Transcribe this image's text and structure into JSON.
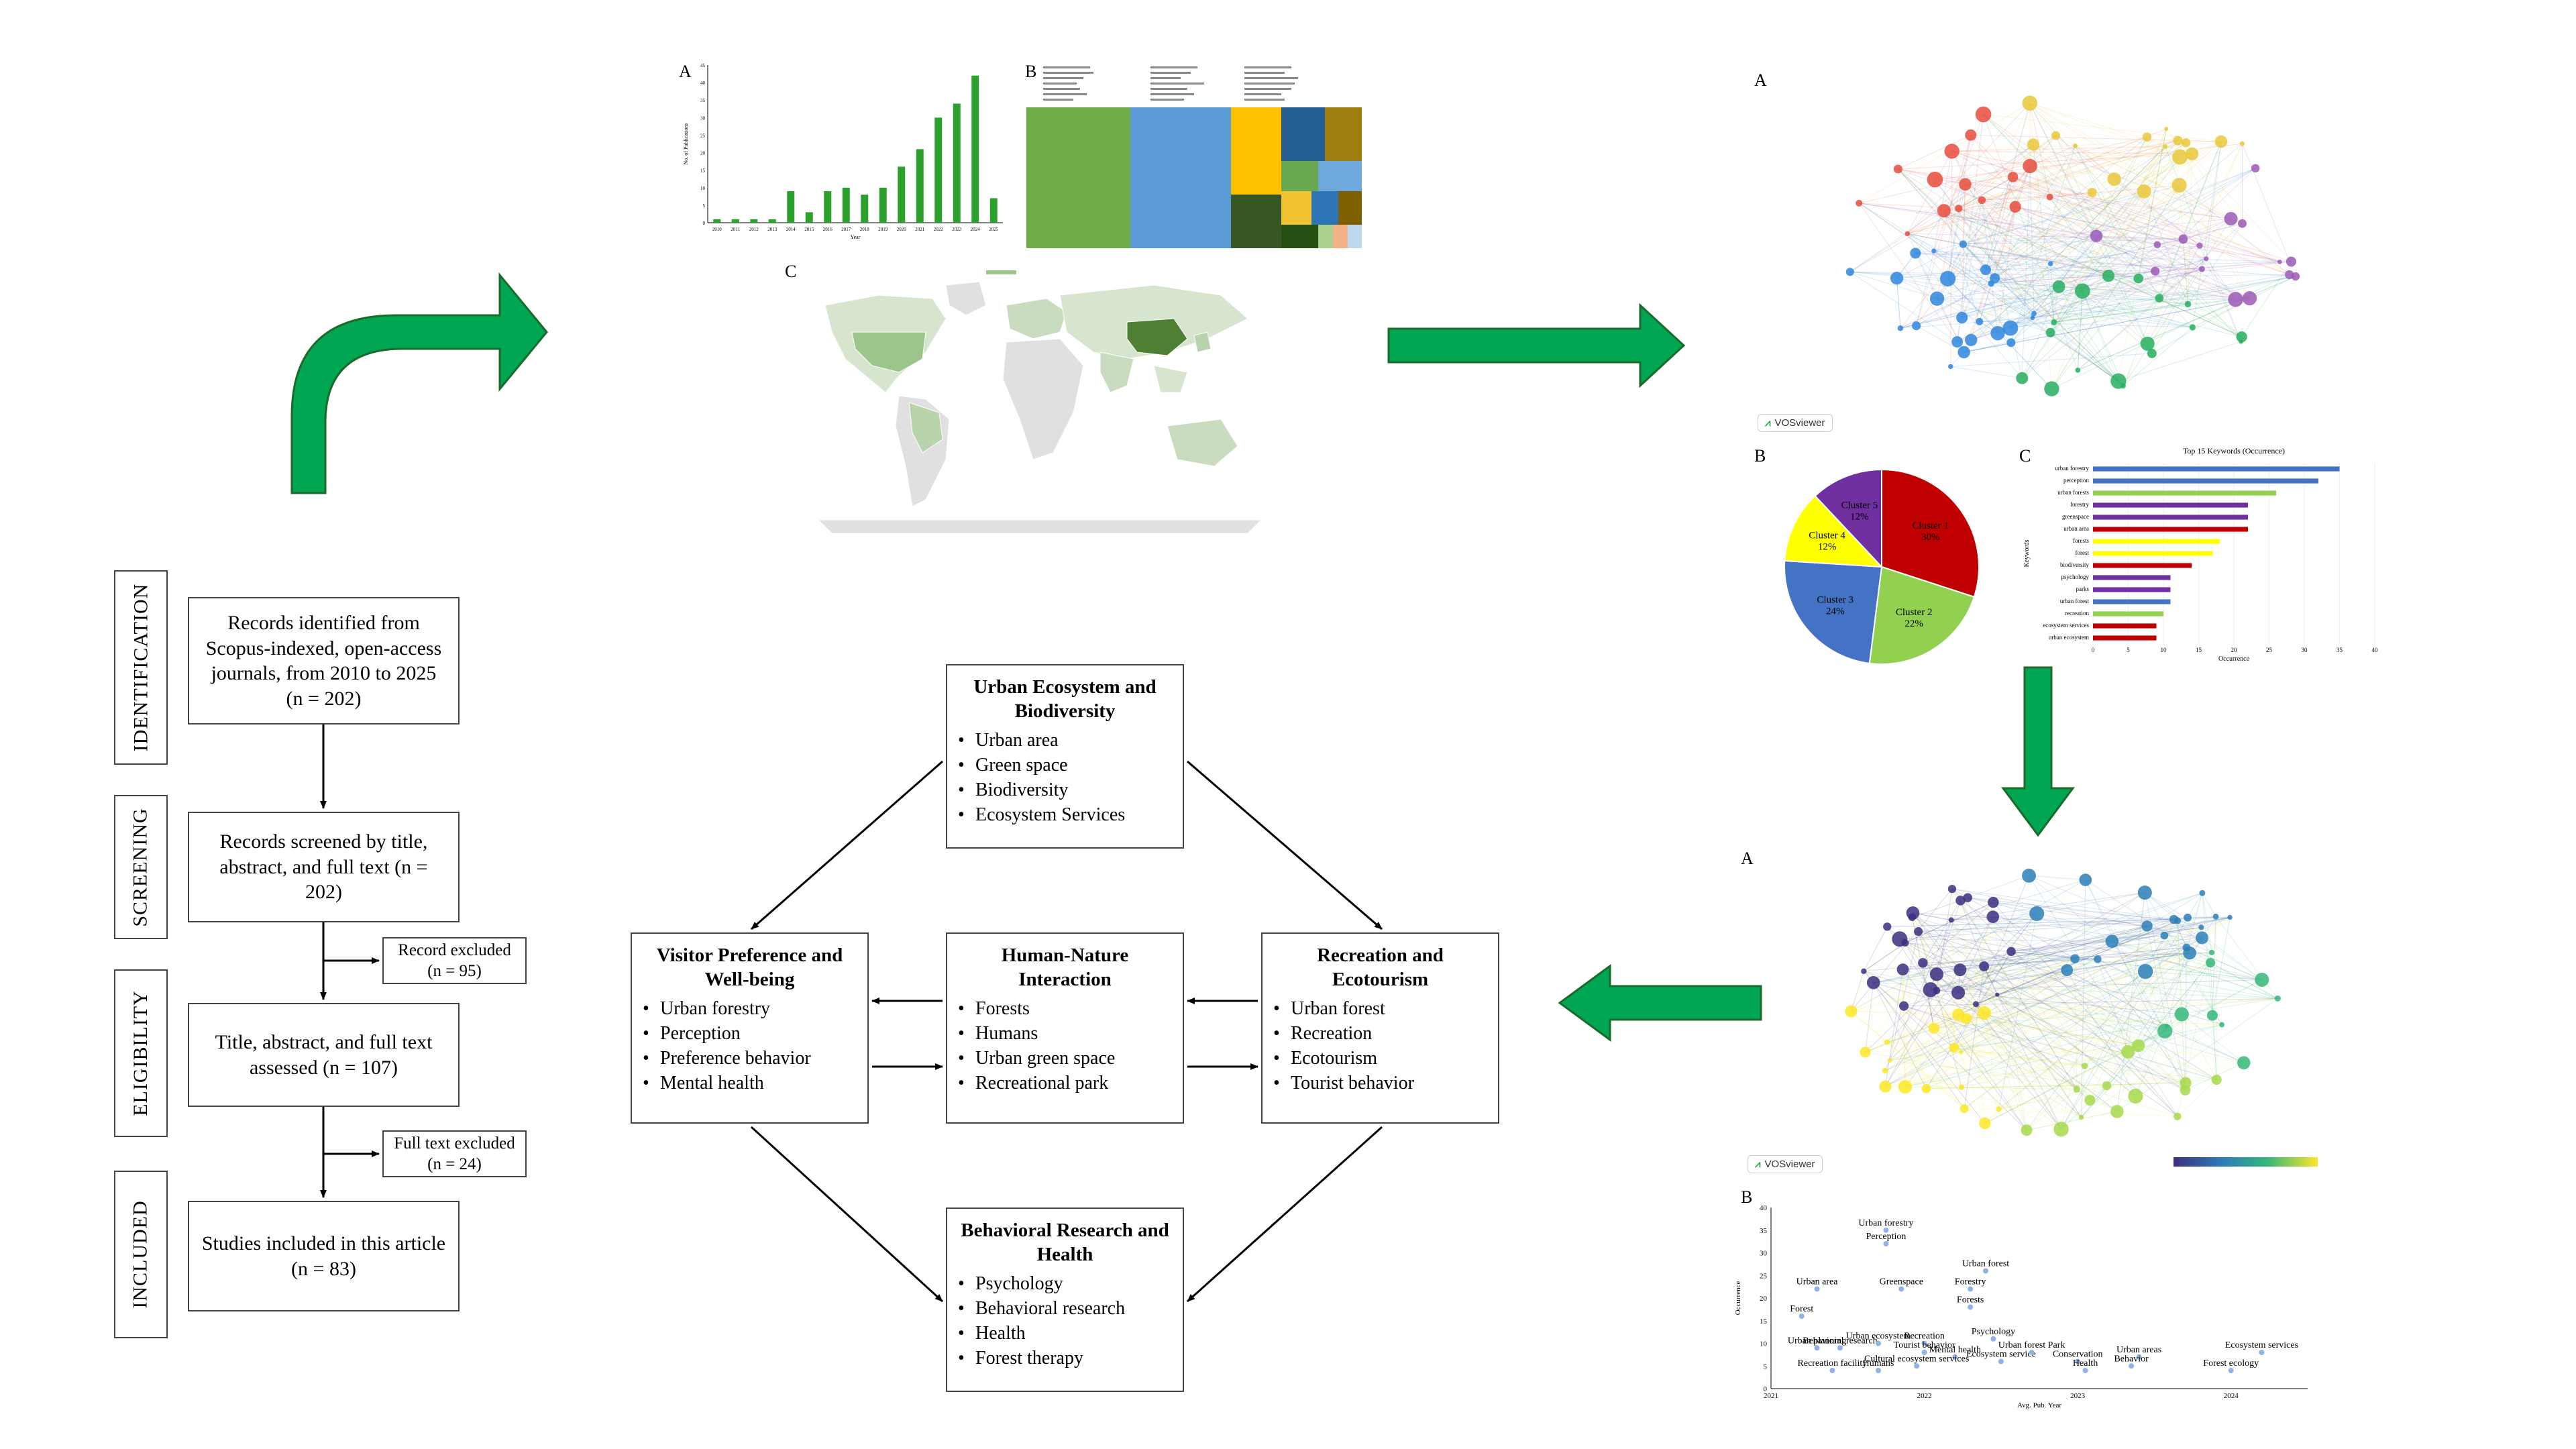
{
  "prisma": {
    "stages": [
      "IDENTIFICATION",
      "SCREENING",
      "ELIGIBILITY",
      "INCLUDED"
    ],
    "identified": "Records identified from Scopus-indexed, open-access journals, from 2010 to 2025 (n = 202)",
    "screened": "Records screened by title, abstract, and full text (n = 202)",
    "excluded_records": "Record excluded (n = 95)",
    "assessed": "Title, abstract, and full text assessed (n = 107)",
    "excluded_fulltext": "Full text excluded (n = 24)",
    "included": "Studies included in this article (n = 83)"
  },
  "themes": {
    "ecosystem": {
      "title": "Urban Ecosystem and Biodiversity",
      "items": [
        "Urban area",
        "Green space",
        "Biodiversity",
        "Ecosystem Services"
      ]
    },
    "visitor": {
      "title": "Visitor Preference and Well-being",
      "items": [
        "Urban forestry",
        "Perception",
        "Preference behavior",
        "Mental health"
      ]
    },
    "human_nature": {
      "title": "Human-Nature Interaction",
      "items": [
        "Forests",
        "Humans",
        "Urban green space",
        "Recreational park"
      ]
    },
    "recreation": {
      "title": "Recreation and Ecotourism",
      "items": [
        "Urban forest",
        "Recreation",
        "Ecotourism",
        "Tourist behavior"
      ]
    },
    "behavioral": {
      "title": "Behavioral Research and Health",
      "items": [
        "Psychology",
        "Behavioral research",
        "Health",
        "Forest therapy"
      ]
    }
  },
  "panel_letters": {
    "A": "A",
    "B": "B",
    "C": "C"
  },
  "vosviewer_label": "VOSviewer",
  "colors": {
    "arrow_green": "#00a651",
    "bar_green": "#2ca02c"
  },
  "chart_data": [
    {
      "type": "bar",
      "panel": "A",
      "xlabel": "Year",
      "ylabel": "No. of Publications",
      "categories": [
        "2010",
        "2011",
        "2012",
        "2013",
        "2014",
        "2015",
        "2016",
        "2017",
        "2018",
        "2019",
        "2020",
        "2021",
        "2022",
        "2023",
        "2024",
        "2025"
      ],
      "values": [
        1,
        1,
        1,
        1,
        9,
        3,
        9,
        10,
        8,
        10,
        16,
        21,
        30,
        34,
        42,
        7
      ],
      "ylim": [
        0,
        45
      ],
      "yticks": [
        0,
        5,
        10,
        15,
        20,
        25,
        30,
        35,
        40,
        45
      ]
    },
    {
      "type": "pie",
      "panel": "B",
      "slices": [
        {
          "label": "Cluster 1",
          "value": 30,
          "pct": "30%",
          "color": "#c00000"
        },
        {
          "label": "Cluster 2",
          "value": 22,
          "pct": "22%",
          "color": "#92d050"
        },
        {
          "label": "Cluster 3",
          "value": 24,
          "pct": "24%",
          "color": "#4472c4"
        },
        {
          "label": "Cluster 4",
          "value": 12,
          "pct": "12%",
          "color": "#ffff00"
        },
        {
          "label": "Cluster 5",
          "value": 12,
          "pct": "12%",
          "color": "#7030a0"
        }
      ]
    },
    {
      "type": "bar",
      "panel": "C",
      "orientation": "horizontal",
      "title": "Top 15 Keywords (Occurrence)",
      "xlabel": "Occurrence",
      "ylabel": "Keywords",
      "categories": [
        "urban forestry",
        "perception",
        "urban forests",
        "forestry",
        "greenspace",
        "urban area",
        "forests",
        "forest",
        "biodiversity",
        "psychology",
        "parks",
        "urban forest",
        "recreation",
        "ecosystem services",
        "urban ecosystem"
      ],
      "values": [
        35,
        32,
        26,
        22,
        22,
        22,
        18,
        17,
        14,
        11,
        11,
        11,
        10,
        9,
        9
      ],
      "colors": [
        "#4472c4",
        "#4472c4",
        "#92d050",
        "#7030a0",
        "#7030a0",
        "#c00000",
        "#ffff00",
        "#ffff00",
        "#c00000",
        "#7030a0",
        "#7030a0",
        "#4472c4",
        "#92d050",
        "#c00000",
        "#c00000"
      ],
      "xlim": [
        0,
        40
      ],
      "xticks": [
        0,
        5,
        10,
        15,
        20,
        25,
        30,
        35,
        40
      ]
    },
    {
      "type": "scatter",
      "panel": "B",
      "xlabel": "Avg. Pub. Year",
      "ylabel": "Occurrence",
      "xlim": [
        2021,
        2024.5
      ],
      "ylim": [
        0,
        40
      ],
      "xticks": [
        2021,
        2022,
        2023,
        2024
      ],
      "yticks": [
        0,
        5,
        10,
        15,
        20,
        25,
        30,
        35,
        40
      ],
      "points": [
        {
          "label": "Urban forestry",
          "x": 2021.75,
          "y": 35
        },
        {
          "label": "Perception",
          "x": 2021.75,
          "y": 32
        },
        {
          "label": "Urban area",
          "x": 2021.3,
          "y": 22
        },
        {
          "label": "Greenspace",
          "x": 2021.85,
          "y": 22
        },
        {
          "label": "Urban forest",
          "x": 2022.4,
          "y": 26
        },
        {
          "label": "Forestry",
          "x": 2022.3,
          "y": 22
        },
        {
          "label": "Forests",
          "x": 2022.3,
          "y": 18
        },
        {
          "label": "Forest",
          "x": 2021.2,
          "y": 16
        },
        {
          "label": "Urban planning",
          "x": 2021.3,
          "y": 9
        },
        {
          "label": "Behavioral research",
          "x": 2021.45,
          "y": 9
        },
        {
          "label": "Urban ecosystem",
          "x": 2021.7,
          "y": 10
        },
        {
          "label": "Recreation",
          "x": 2022.0,
          "y": 10
        },
        {
          "label": "Tourist behavior",
          "x": 2022.0,
          "y": 8
        },
        {
          "label": "Mental health",
          "x": 2022.2,
          "y": 7
        },
        {
          "label": "Psychology",
          "x": 2022.45,
          "y": 11
        },
        {
          "label": "Ecosystem service",
          "x": 2022.5,
          "y": 6
        },
        {
          "label": "Urban forest Park",
          "x": 2022.7,
          "y": 8
        },
        {
          "label": "Conservation",
          "x": 2023.0,
          "y": 6
        },
        {
          "label": "Urban areas",
          "x": 2023.4,
          "y": 7
        },
        {
          "label": "Behavior",
          "x": 2023.35,
          "y": 5
        },
        {
          "label": "Recreation facility",
          "x": 2021.4,
          "y": 4
        },
        {
          "label": "Humans",
          "x": 2021.7,
          "y": 4
        },
        {
          "label": "Cultural ecosystem services",
          "x": 2021.95,
          "y": 5
        },
        {
          "label": "Health",
          "x": 2023.05,
          "y": 4
        },
        {
          "label": "Ecosystem services",
          "x": 2024.2,
          "y": 8
        },
        {
          "label": "Forest ecology",
          "x": 2024.0,
          "y": 4
        }
      ]
    }
  ]
}
